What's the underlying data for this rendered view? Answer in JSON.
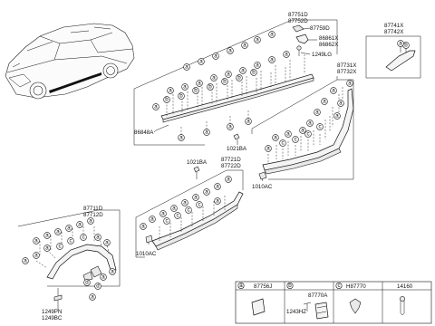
{
  "labels": {
    "p87751D": "87751D",
    "p87752D": "87752D",
    "p87759D": "87759D",
    "p86861X": "86861X",
    "p86862X": "86862X",
    "p1249LG": "1249LG",
    "p86848A": "86848A",
    "p87741X": "87741X",
    "p87742X": "87742X",
    "p87731X": "87731X",
    "p87732X": "87732X",
    "p1021BA_a": "1021BA",
    "p1010AC_a": "1010AC",
    "p1021BA_b": "1021BA",
    "p87721D": "87721D",
    "p87722D": "87722D",
    "p1010AC_b": "1010AC",
    "p87711D": "87711D",
    "p87712D": "87712D",
    "p1249PN": "1249PN",
    "p1249BC": "1249BC"
  },
  "legend": {
    "a_key": "a",
    "a_part": "87756J",
    "b_key": "b",
    "b_part": "87770A",
    "b_sub": "1243HZ",
    "c_key": "c",
    "c_part": "H87770",
    "d_part": "14160"
  },
  "callouts": [
    "a",
    "b",
    "c",
    "d"
  ]
}
